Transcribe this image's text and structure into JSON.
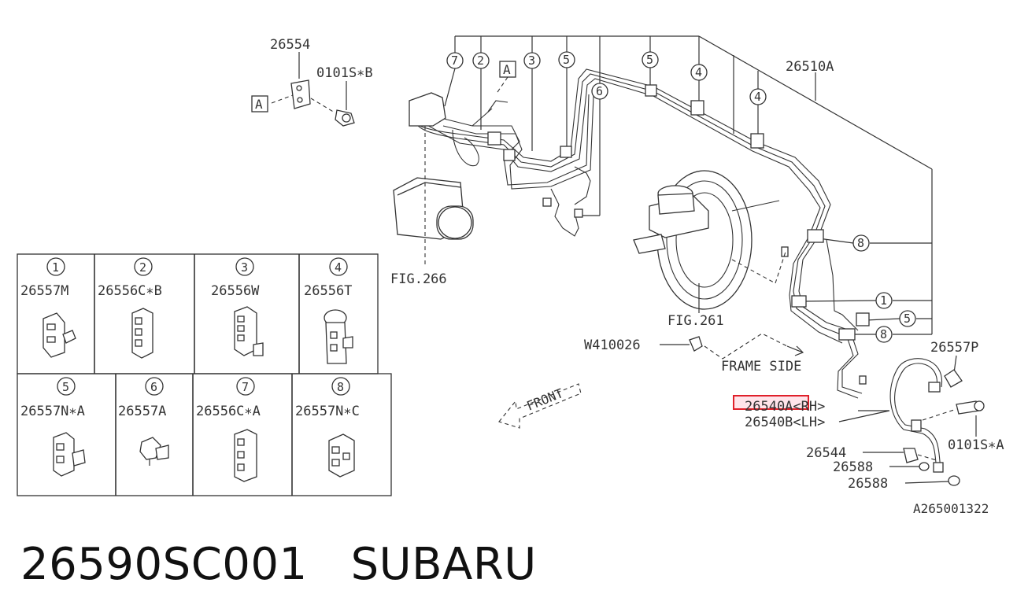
{
  "callouts": {
    "bracket_26554": "26554",
    "bolt_0101s_b": "0101S∗B",
    "ref_a1": "A",
    "ref_a2": "A",
    "pipe_set": "26510A",
    "fig_266": "FIG.266",
    "fig_261": "FIG.261",
    "clip_w410026": "W410026",
    "frame_side": "FRAME SIDE",
    "hose_bracket": "26557P",
    "hose_rh": "26540A<RH>",
    "hose_lh": "26540B<LH>",
    "bolt_0101s_a": "0101S∗A",
    "union_bolt": "26544",
    "washer_1": "26588",
    "washer_2": "26588",
    "diagram_code": "A265001322",
    "front": "FRONT"
  },
  "circle_numbers": [
    "1",
    "2",
    "3",
    "4",
    "5",
    "6",
    "7",
    "8"
  ],
  "clip_table": [
    {
      "num": "1",
      "part": "26557M",
      "icon": "clip-1-icon"
    },
    {
      "num": "2",
      "part": "26556C∗B",
      "icon": "clip-2-icon"
    },
    {
      "num": "3",
      "part": "26556W",
      "icon": "clip-3-icon"
    },
    {
      "num": "4",
      "part": "26556T",
      "icon": "clip-4-icon"
    },
    {
      "num": "5",
      "part": "26557N∗A",
      "icon": "clip-5-icon"
    },
    {
      "num": "6",
      "part": "26557A",
      "icon": "clip-6-icon"
    },
    {
      "num": "7",
      "part": "26556C∗A",
      "icon": "clip-7-icon"
    },
    {
      "num": "8",
      "part": "26557N∗C",
      "icon": "clip-8-icon"
    }
  ],
  "footer": {
    "part_number": "26590SC001",
    "brand": "SUBARU"
  },
  "colors": {
    "line": "#333333",
    "highlight_box": "#e0202a",
    "highlight_fill": "#ffe4ea"
  }
}
